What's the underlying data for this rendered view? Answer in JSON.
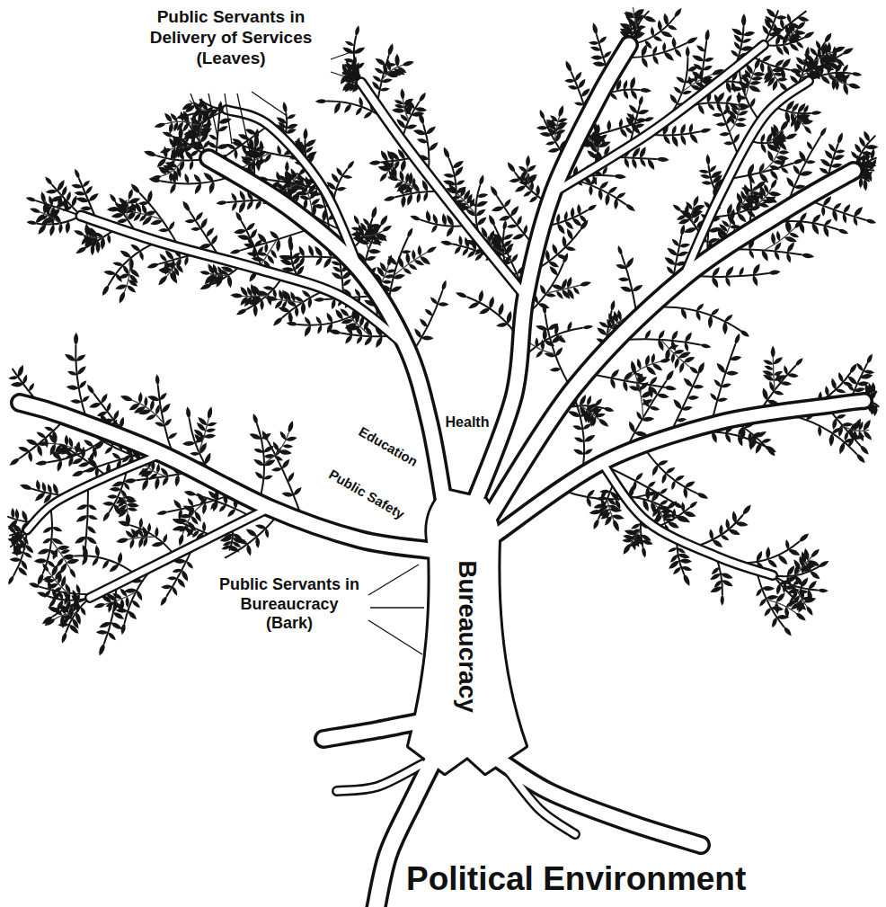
{
  "diagram": {
    "labels": [
      "Public Servants in Delivery of Services (Leaves)",
      "Health",
      "Education",
      "Public Safety",
      "Public Servants in Bureaucracy (Bark)",
      "Bureaucracy",
      "Political Environment"
    ]
  }
}
